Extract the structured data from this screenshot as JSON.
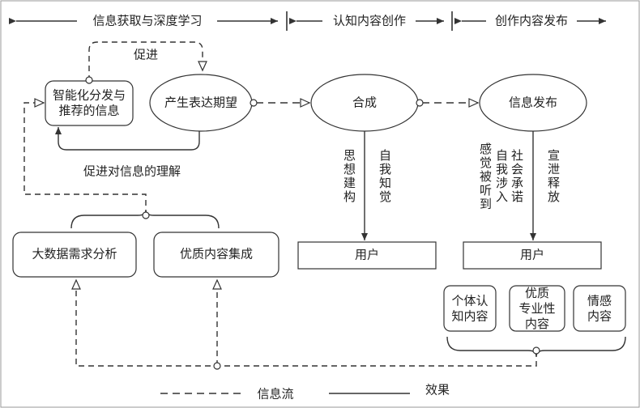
{
  "header": {
    "phase_1": "信息获取与深度学习",
    "phase_2": "认知内容创作",
    "phase_3": "创作内容发布"
  },
  "nodes": {
    "smart_distribution": "智能化分发与\n推荐的信息",
    "expression_desire": "产生表达期望",
    "synthesis": "合成",
    "info_release": "信息发布",
    "big_data": "大数据需求分析",
    "quality_content": "优质内容集成",
    "user_1": "用户",
    "user_2": "用户",
    "personal_content": "个体认\n知内容",
    "professional_content": "优质\n专业性\n内容",
    "emotional_content": "情感\n内容"
  },
  "edge_labels": {
    "promote": "促进",
    "promote_understanding": "促进对信息的理解",
    "thought_construction": "思想建构",
    "self_perception": "自我知觉",
    "feel_heard": "感觉被听到",
    "self_involvement": "自我涉入",
    "social_commitment": "社会承诺",
    "venting": "宣泄释放"
  },
  "legend": {
    "info_flow": "信息流",
    "effect": "效果"
  },
  "colors": {
    "stroke": "#333333",
    "text": "#222222",
    "frame": "#999999"
  }
}
